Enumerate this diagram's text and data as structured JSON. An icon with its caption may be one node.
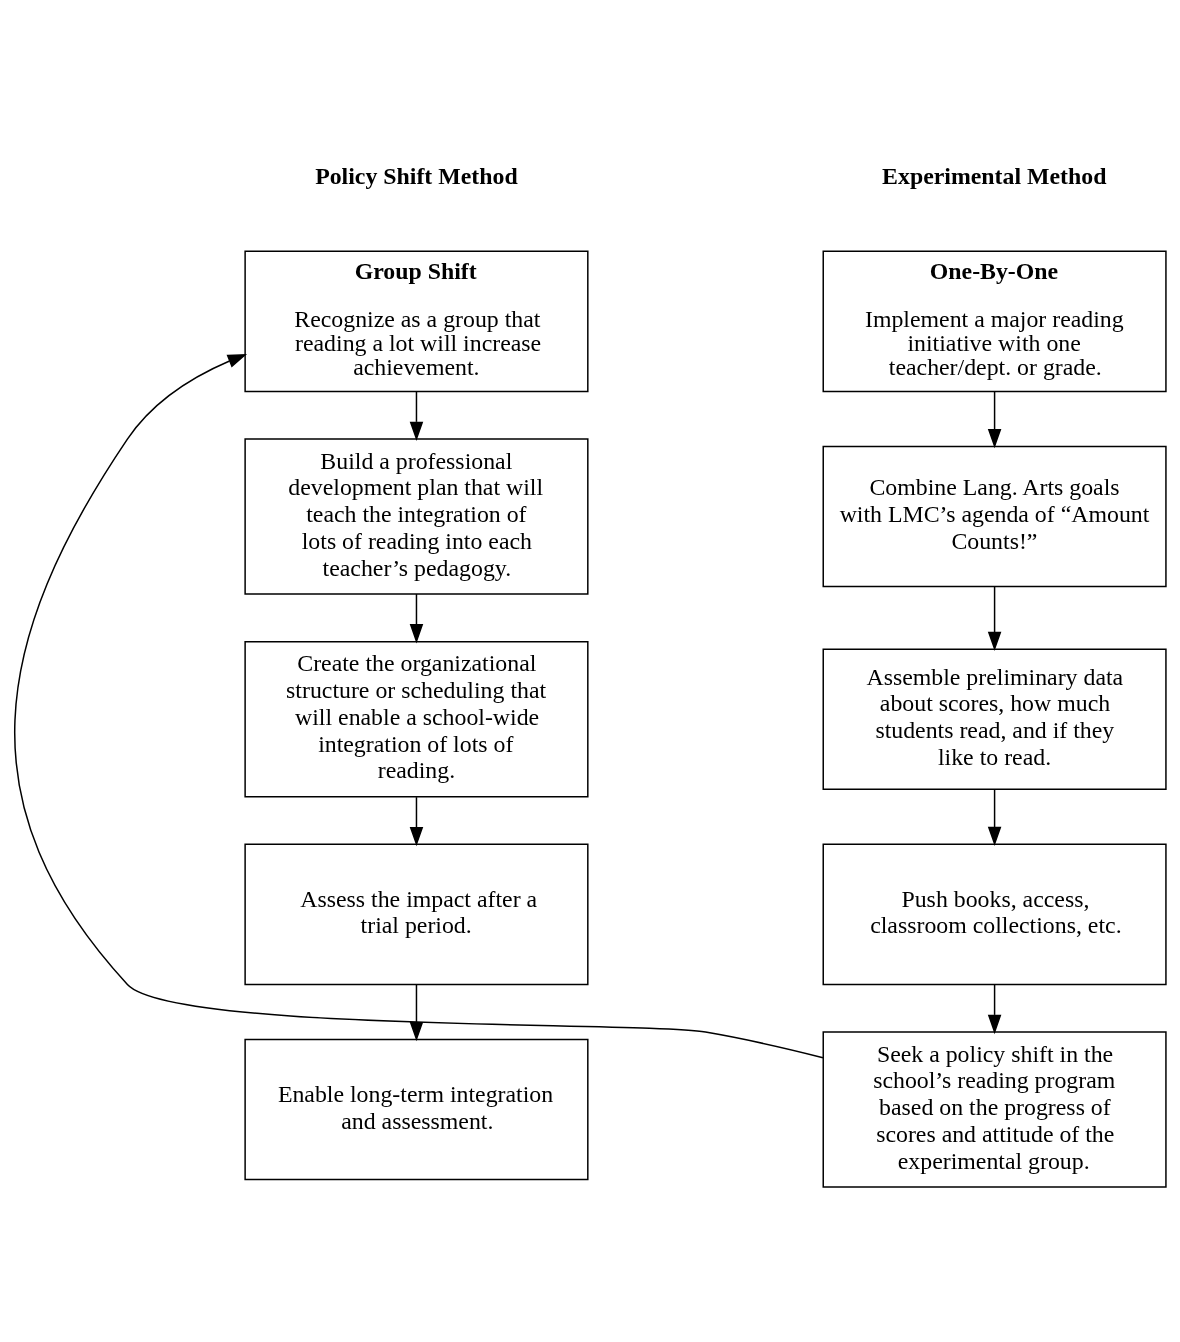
{
  "diagram": {
    "nodes": [
      {
        "text": [
          "One-By-One",
          "Implement a major reading initiative with one teacher/dept. or grade."
        ]
      },
      {
        "text": [
          "Combine Lang. Arts goals with LMC’s agenda of “Amount Counts!”"
        ]
      },
      {
        "text": [
          "Assemble preliminary data about scores, how much students read, and if they like to read."
        ]
      },
      {
        "text": [
          "Push books, access, classroom collections, etc."
        ]
      },
      {
        "text": [
          "Seek a policy shift in the school’s reading program based on the progress of scores and attitude of the experimental group."
        ]
      },
      {
        "text": [
          "Group Shift",
          "Recognize as a group that reading a lot will increase achievement."
        ]
      },
      {
        "text": [
          "Build a professional development plan that will teach the integration of lots of reading into each teacher’s pedagogy."
        ]
      },
      {
        "text": [
          "Create the organizational structure or scheduling that will enable a school-wide integration of lots of reading."
        ]
      },
      {
        "text": [
          "Assess the impact after a trial period."
        ]
      },
      {
        "text": [
          "Enable long-term integration and assessment."
        ]
      }
    ],
    "edges": [
      {
        "from": 0,
        "to": 1,
        "arrow": "to"
      },
      {
        "from": 1,
        "to": 2,
        "arrow": "to"
      },
      {
        "from": 2,
        "to": 3,
        "arrow": "to"
      },
      {
        "from": 3,
        "to": 4,
        "arrow": "to"
      },
      {
        "from": 4,
        "to": 5,
        "arrow": "to"
      },
      {
        "from": 5,
        "to": 6,
        "arrow": "to"
      },
      {
        "from": 6,
        "to": 7,
        "arrow": "to"
      },
      {
        "from": 7,
        "to": 8,
        "arrow": "to"
      },
      {
        "from": 8,
        "to": 9,
        "arrow": "to"
      }
    ],
    "labels": [
      "Experimental Method",
      "Policy Shift Method"
    ]
  }
}
